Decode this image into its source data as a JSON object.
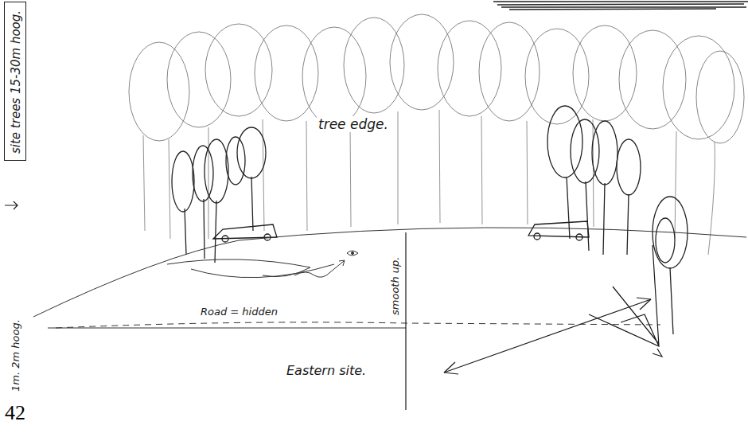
{
  "diagram": {
    "nodes": [
      {
        "text": [
          "site trees 15-30m hoog."
        ]
      }
    ],
    "labels": [
      "tree edge.",
      "Road = hidden",
      "smooth up.",
      "Eastern site.",
      "1m. 2m hoog.",
      "42"
    ]
  }
}
